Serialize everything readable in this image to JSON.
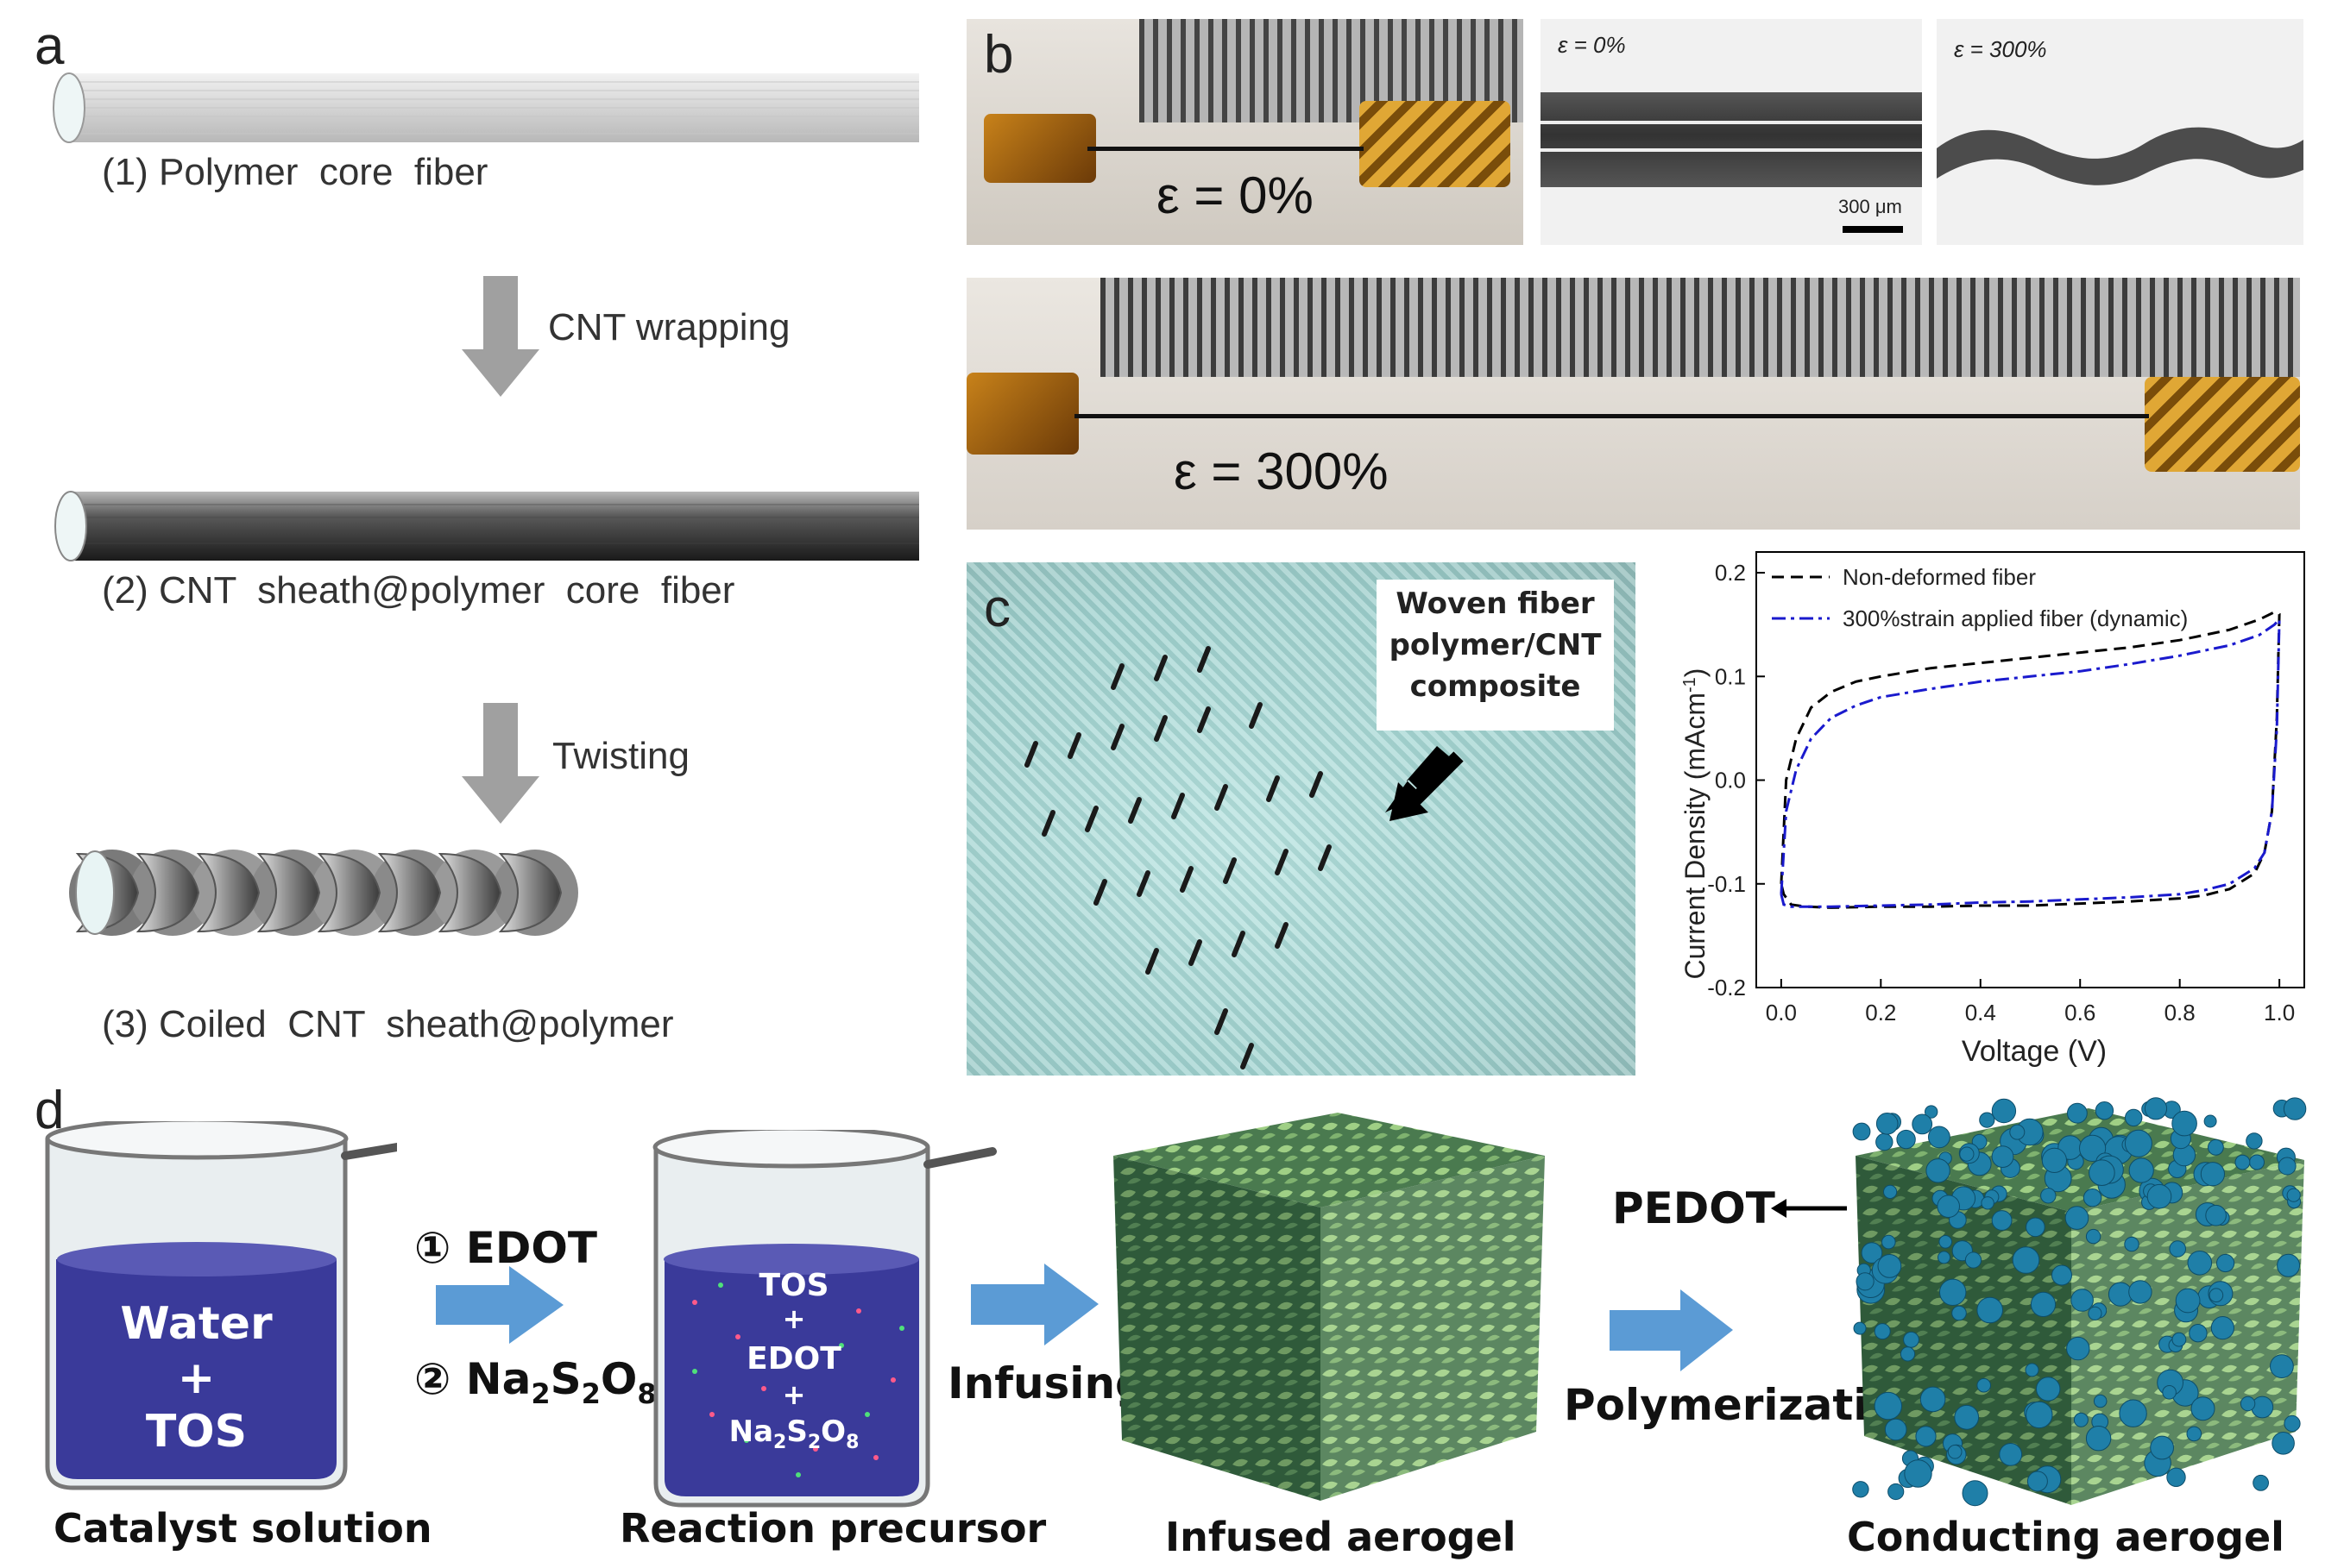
{
  "panels": {
    "a": "a",
    "b": "b",
    "c": "c",
    "d": "d"
  },
  "panel_a": {
    "step1": "(1) Polymer  core  fiber",
    "arrow1": "CNT wrapping",
    "step2": "(2) CNT  sheath@polymer  core  fiber",
    "arrow2": "Twisting",
    "step3": "(3) Coiled  CNT  sheath@polymer"
  },
  "panel_b": {
    "photo1_strain": "ε = 0%",
    "micro1_strain": "ε = 0%",
    "micro1_scalebar": "300 μm",
    "micro2_strain": "ε = 300%",
    "photo2_strain": "ε = 300%"
  },
  "panel_c": {
    "annotation_lines": [
      "Woven fiber",
      "polymer/CNT",
      "composite"
    ]
  },
  "panel_d": {
    "beaker1_text": [
      "Water",
      "+",
      "TOS"
    ],
    "beaker1_caption": "Catalyst solution",
    "step_edot": "① EDOT",
    "step_na_prefix": "② Na",
    "step_na_sub1": "2",
    "step_na_s": "S",
    "step_na_sub2": "2",
    "step_na_o": "O",
    "step_na_sub3": "8",
    "beaker2_text": [
      "TOS",
      "+",
      "EDOT",
      "+"
    ],
    "beaker2_na": "Na",
    "beaker2_sub1": "2",
    "beaker2_s": "S",
    "beaker2_sub2": "2",
    "beaker2_o": "O",
    "beaker2_sub3": "8",
    "beaker2_caption": "Reaction precursor",
    "infusing": "Infusing",
    "aerogel1_caption": "Infused aerogel",
    "pedot_label": "PEDOT",
    "polymerization": "Polymerization",
    "aerogel2_caption": "Conducting aerogel"
  },
  "chart_data": {
    "type": "line",
    "xlabel": "Voltage (V)",
    "ylabel": "Current Density (mAcm",
    "ylabel_sup": "-1",
    "ylabel_close": ")",
    "xlim": [
      -0.05,
      1.05
    ],
    "ylim": [
      -0.2,
      0.22
    ],
    "xticks": [
      "0.0",
      "0.2",
      "0.4",
      "0.6",
      "0.8",
      "1.0"
    ],
    "yticks": [
      "-0.2",
      "-0.1",
      "0.0",
      "0.1",
      "0.2"
    ],
    "legend_position": "top-left",
    "series": [
      {
        "name": "Non-deformed fiber",
        "color": "#000000",
        "style": "dashed",
        "x": [
          0.0,
          0.01,
          0.03,
          0.06,
          0.1,
          0.15,
          0.2,
          0.3,
          0.4,
          0.5,
          0.6,
          0.7,
          0.8,
          0.9,
          0.96,
          0.99,
          1.0,
          0.995,
          0.985,
          0.97,
          0.95,
          0.9,
          0.85,
          0.8,
          0.7,
          0.6,
          0.5,
          0.4,
          0.3,
          0.2,
          0.1,
          0.05,
          0.02,
          0.005,
          0.0
        ],
        "y": [
          -0.1,
          0.0,
          0.04,
          0.07,
          0.085,
          0.095,
          0.1,
          0.108,
          0.113,
          0.118,
          0.123,
          0.128,
          0.135,
          0.145,
          0.155,
          0.162,
          0.16,
          0.06,
          -0.03,
          -0.07,
          -0.09,
          -0.105,
          -0.111,
          -0.114,
          -0.117,
          -0.119,
          -0.121,
          -0.121,
          -0.122,
          -0.122,
          -0.123,
          -0.122,
          -0.12,
          -0.11,
          -0.1
        ]
      },
      {
        "name": "300%strain applied fiber (dynamic)",
        "color": "#1a1acd",
        "style": "dashdot",
        "x": [
          0.0,
          0.01,
          0.03,
          0.06,
          0.1,
          0.15,
          0.2,
          0.3,
          0.4,
          0.5,
          0.6,
          0.7,
          0.8,
          0.9,
          0.96,
          0.99,
          1.0,
          0.995,
          0.985,
          0.97,
          0.95,
          0.9,
          0.85,
          0.8,
          0.7,
          0.6,
          0.5,
          0.4,
          0.3,
          0.2,
          0.1,
          0.05,
          0.02,
          0.005,
          0.0
        ],
        "y": [
          -0.11,
          -0.03,
          0.01,
          0.04,
          0.06,
          0.072,
          0.08,
          0.088,
          0.095,
          0.1,
          0.105,
          0.112,
          0.12,
          0.13,
          0.14,
          0.15,
          0.155,
          0.05,
          -0.03,
          -0.07,
          -0.085,
          -0.1,
          -0.106,
          -0.11,
          -0.113,
          -0.115,
          -0.117,
          -0.118,
          -0.12,
          -0.121,
          -0.122,
          -0.122,
          -0.122,
          -0.12,
          -0.11
        ]
      }
    ]
  },
  "colors": {
    "arrow_gray": "#a0a0a0",
    "arrow_blue": "#5b9bd5",
    "fabric": "#a9dedb",
    "beaker_liquid": "#3a3a9a",
    "aerogel": "#6f9a62",
    "pedot_sphere": "#1f7fa8"
  }
}
